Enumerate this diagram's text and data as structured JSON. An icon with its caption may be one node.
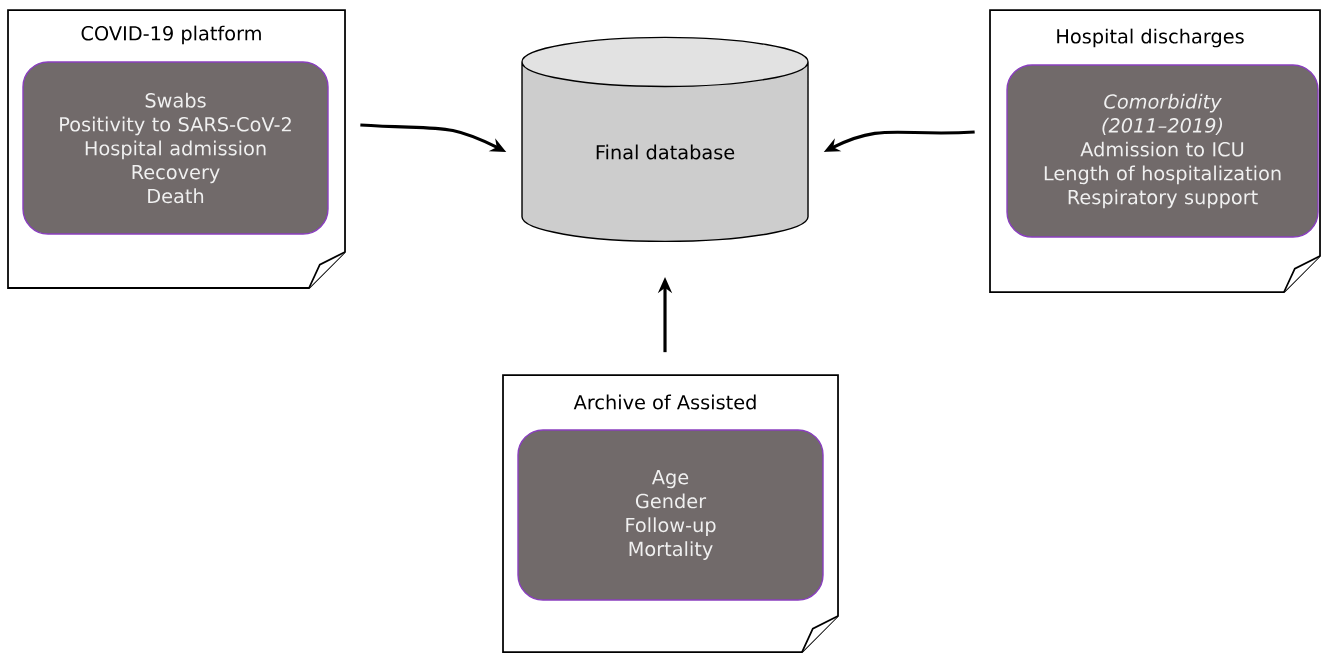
{
  "diagram": {
    "nodes": [
      {
        "text": [
          "COVID-19 platform"
        ]
      },
      {
        "text": [
          "Swabs",
          "Positivity to SARS-CoV-2",
          "Hospital admission",
          "Recovery",
          "Death"
        ],
        "in": 0
      },
      {
        "text": [
          "Final database"
        ]
      },
      {
        "text": [
          "Hospital discharges"
        ]
      },
      {
        "text": [
          "*Comorbidity (2011–2019)*",
          "Admission to ICU",
          "Length of hospitalization",
          "Respiratory support"
        ],
        "in": 3
      },
      {
        "text": [
          "Archive of Assisted"
        ]
      },
      {
        "text": [
          "Age",
          "Gender",
          "Follow-up",
          "Mortality"
        ],
        "in": 5
      }
    ],
    "edges": [
      {
        "from": 0,
        "to": 2,
        "arrow": "to"
      },
      {
        "from": 3,
        "to": 2,
        "arrow": "to"
      },
      {
        "from": 5,
        "to": 2,
        "arrow": "to"
      }
    ]
  }
}
